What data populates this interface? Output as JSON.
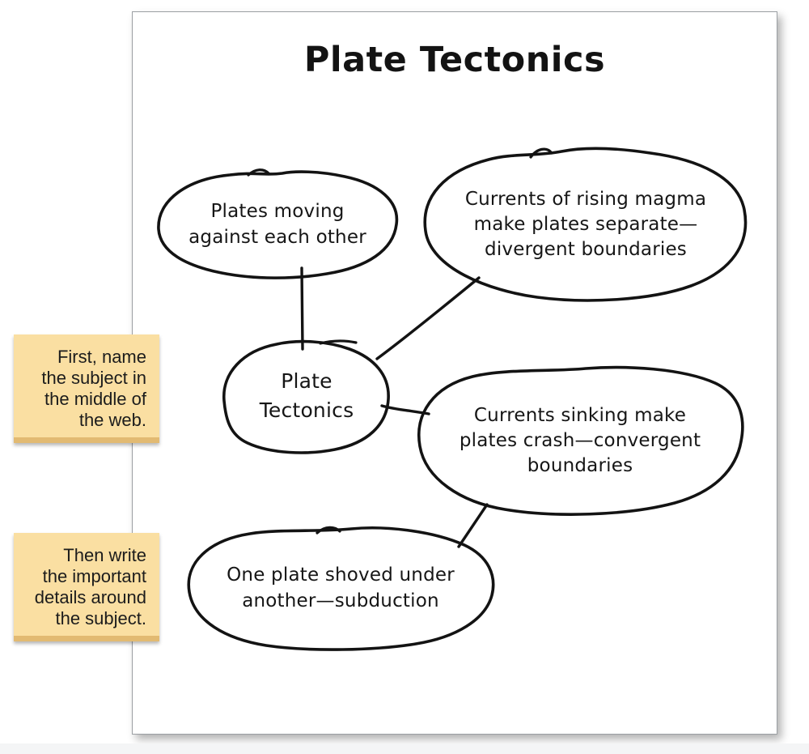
{
  "page": {
    "title": "Plate Tectonics"
  },
  "web": {
    "center": {
      "label": "Plate\nTectonics",
      "fill": "#daecf8"
    },
    "nodes": [
      {
        "id": "moving",
        "label": "Plates moving\nagainst each other"
      },
      {
        "id": "divergent",
        "label": "Currents of rising magma\nmake plates separate—\ndivergent boundaries"
      },
      {
        "id": "convergent",
        "label": "Currents sinking make\nplates crash—convergent\nboundaries"
      },
      {
        "id": "subduction",
        "label": "One plate shoved under\nanother—subduction"
      }
    ]
  },
  "notes": [
    {
      "text": "First, name\nthe subject in\nthe middle of\nthe web."
    },
    {
      "text": "Then write\nthe important\ndetails around\nthe subject."
    }
  ],
  "colors": {
    "ink": "#131313",
    "center_bubble_fill": "#daecf8",
    "note_background": "#fadfa2",
    "note_edge": "#e2ba72",
    "page_border": "#9b9fa3"
  }
}
